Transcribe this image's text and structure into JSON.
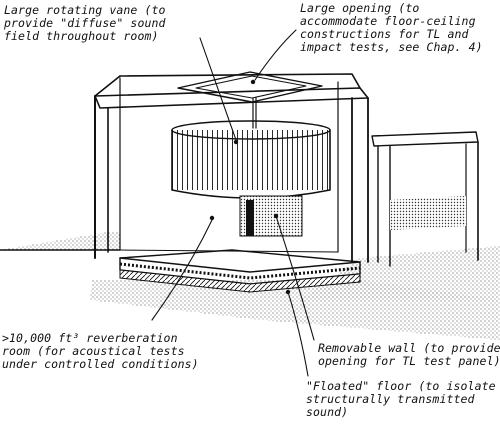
{
  "labels": {
    "vane": [
      "Large rotating vane (to",
      "provide \"diffuse\" sound",
      "field throughout room)"
    ],
    "opening": [
      "Large opening (to",
      "accommodate floor-ceiling",
      "constructions for TL and",
      "impact tests, see Chap. 4)"
    ],
    "volume": [
      ">10,000 ft³ reverberation",
      "room (for acoustical tests",
      "under controlled conditions)"
    ],
    "wall": [
      "Removable wall (to provide",
      "opening for TL test panel)"
    ],
    "floor": [
      "\"Floated\" floor (to isolate",
      "structurally transmitted",
      "sound)"
    ]
  },
  "colors": {
    "ink": "#111111",
    "paper": "#ffffff"
  }
}
